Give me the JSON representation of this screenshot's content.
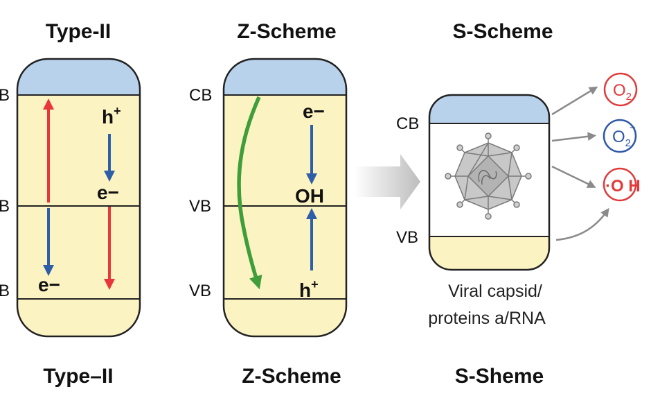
{
  "titles": {
    "type2": "Type-II",
    "zscheme": "Z-Scheme",
    "sscheme": "S-Scheme"
  },
  "bottom_labels": {
    "type2": "Type–II",
    "zscheme": "Z-Scheme",
    "sscheme": "S-Sheme"
  },
  "type2": {
    "band_labels": [
      "B",
      "B",
      "B"
    ],
    "hole_label": "h",
    "hole_sup": "+",
    "electron_mid": "e−",
    "electron_low": "e−"
  },
  "zscheme": {
    "band_labels": [
      "CB",
      "VB",
      "VB"
    ],
    "electron_label": "e−",
    "oh_label": "OH",
    "hole_label": "h",
    "hole_sup": "+"
  },
  "sscheme": {
    "cb_label": "CB",
    "vb_label": "VB",
    "caption_line1": "Viral capsid/",
    "caption_line2": "proteins a/RNA"
  },
  "species": [
    {
      "base": "O",
      "sub": "2",
      "sup": "",
      "color": "#e03a3a"
    },
    {
      "base": "O",
      "sub": "2",
      "sup": "−",
      "color": "#2f57a8"
    },
    {
      "base": "·O H",
      "sub": "",
      "sup": "",
      "color": "#e03a3a"
    }
  ],
  "colors": {
    "cb_fill": "#b9d2ec",
    "body_fill": "#fcf3c3",
    "red_arrow": "#e8363b",
    "blue_arrow": "#2e5ea8",
    "green_arrow": "#3f9e3a",
    "gray_arrow": "#8a8a8a"
  },
  "icons": [
    "virus-capsid-icon",
    "transfer-arrow-icon"
  ]
}
